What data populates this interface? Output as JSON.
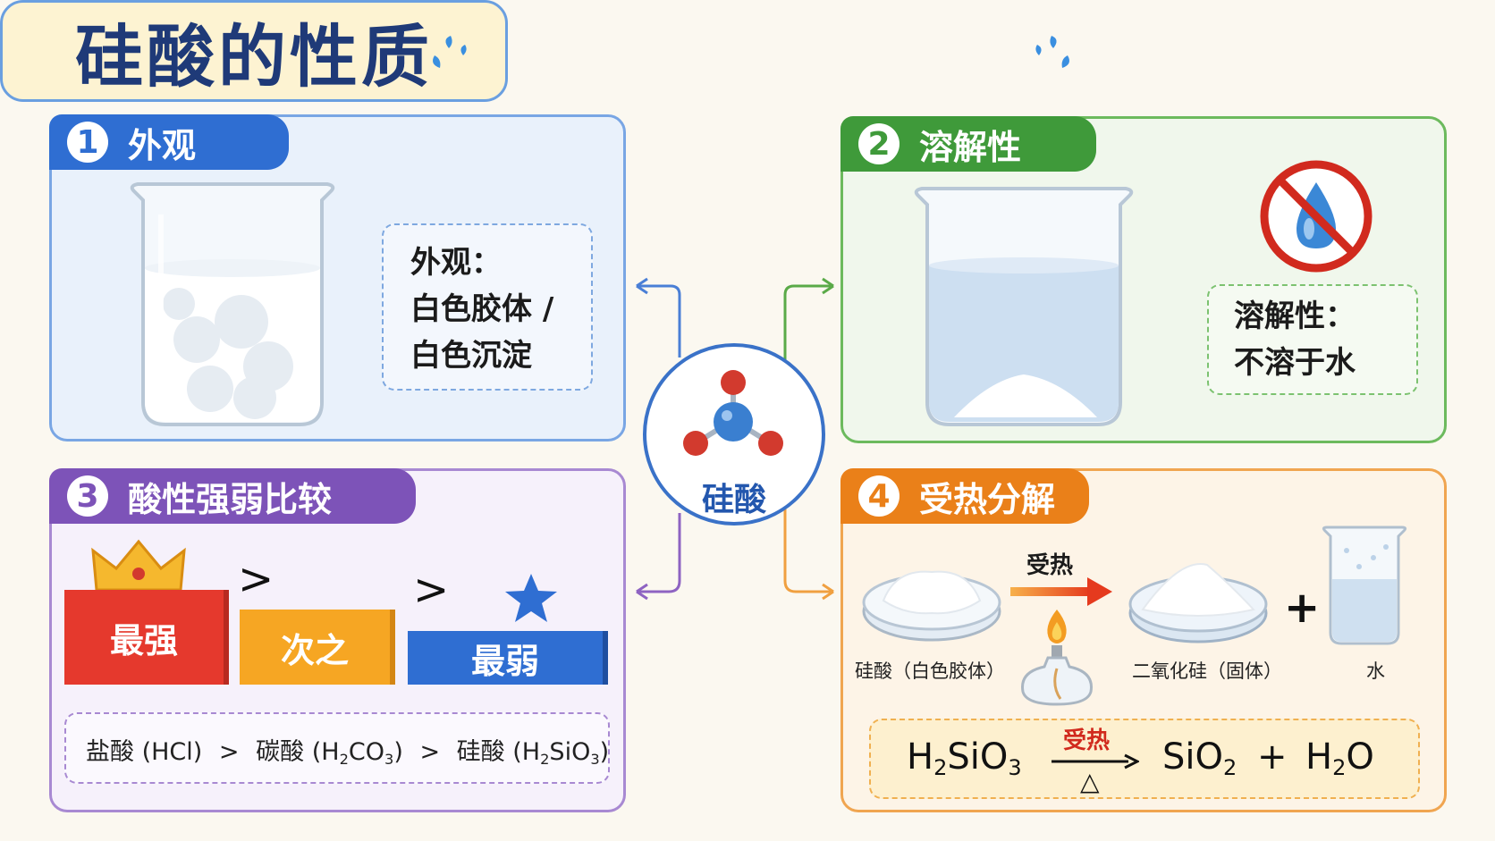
{
  "title": "硅酸的性质",
  "center": {
    "label": "硅酸"
  },
  "sections": [
    {
      "number": "1",
      "title": "外观",
      "box_lines": [
        "外观：",
        "白色胶体 /",
        "白色沉淀"
      ]
    },
    {
      "number": "2",
      "title": "溶解性",
      "box_lines": [
        "溶解性：",
        "不溶于水"
      ]
    },
    {
      "number": "3",
      "title": "酸性强弱比较",
      "bars": [
        "最强",
        "次之",
        "最弱"
      ],
      "gt_symbol": ">",
      "comparison": {
        "a": "盐酸 (HCl)",
        "b_name": "碳酸",
        "b_formula": "H2CO3",
        "c_name": "硅酸",
        "c_formula": "H2SiO3"
      }
    },
    {
      "number": "4",
      "title": "受热分解",
      "heat_label": "受热",
      "items": [
        "硅酸（白色胶体）",
        "二氧化硅（固体）",
        "水"
      ],
      "plus": "+",
      "equation": {
        "reactant": "H2SiO3",
        "condition_top": "受热",
        "condition_bottom": "△",
        "product1": "SiO2",
        "plus": "+",
        "product2": "H2O"
      }
    }
  ],
  "colors": {
    "blue": "#2f6ed2",
    "green": "#3f9a3a",
    "purple": "#7d53b8",
    "orange": "#ea8019",
    "red_text": "#d12a1e"
  },
  "icons": [
    "water-drop-icon",
    "no-symbol-icon",
    "crown-icon",
    "star-icon",
    "alcohol-lamp-icon",
    "molecule-icon",
    "beaker-icon",
    "petri-dish-icon"
  ]
}
